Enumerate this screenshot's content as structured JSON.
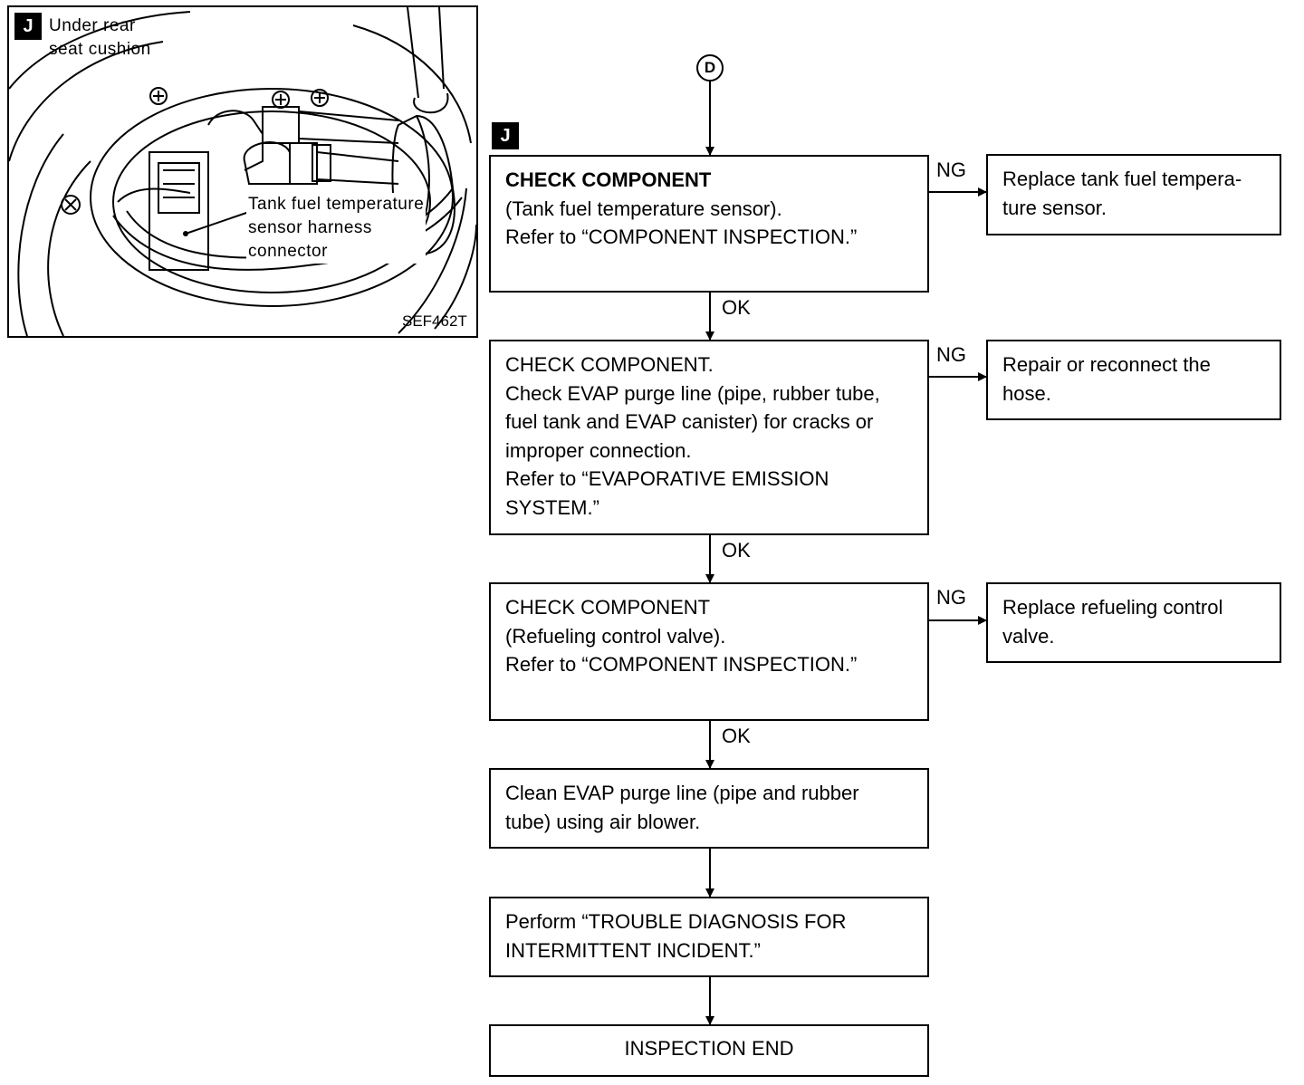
{
  "illustration": {
    "badge": "J",
    "location_label": [
      "Under rear",
      "seat cushion"
    ],
    "callout_label": [
      "Tank fuel temperature",
      "sensor harness",
      "connector"
    ],
    "figure_id": "SEF462T"
  },
  "flowchart": {
    "start_connector": "D",
    "badge": "J",
    "steps": [
      {
        "lines": [
          "CHECK COMPONENT",
          "(Tank fuel temperature sensor).",
          "Refer to “COMPONENT INSPECTION.”"
        ]
      },
      {
        "lines": [
          "CHECK COMPONENT.",
          "Check EVAP purge line (pipe, rubber tube,",
          "fuel tank and EVAP canister) for cracks or",
          "improper connection.",
          "Refer to “EVAPORATIVE EMISSION",
          "SYSTEM.”"
        ]
      },
      {
        "lines": [
          "CHECK COMPONENT",
          "(Refueling control valve).",
          "Refer to “COMPONENT INSPECTION.”"
        ]
      },
      {
        "lines": [
          "Clean EVAP purge line (pipe and rubber",
          "tube) using air blower."
        ]
      },
      {
        "lines": [
          "Perform “TROUBLE DIAGNOSIS FOR",
          "INTERMITTENT INCIDENT.”"
        ]
      },
      {
        "lines": [
          "INSPECTION END"
        ]
      }
    ],
    "ng_results": [
      {
        "lines": [
          "Replace tank fuel tempera-",
          "ture sensor."
        ]
      },
      {
        "lines": [
          "Repair or reconnect the",
          "hose."
        ]
      },
      {
        "lines": [
          "Replace refueling control",
          "valve."
        ]
      }
    ],
    "labels": {
      "ok": "OK",
      "ng": "NG"
    }
  }
}
